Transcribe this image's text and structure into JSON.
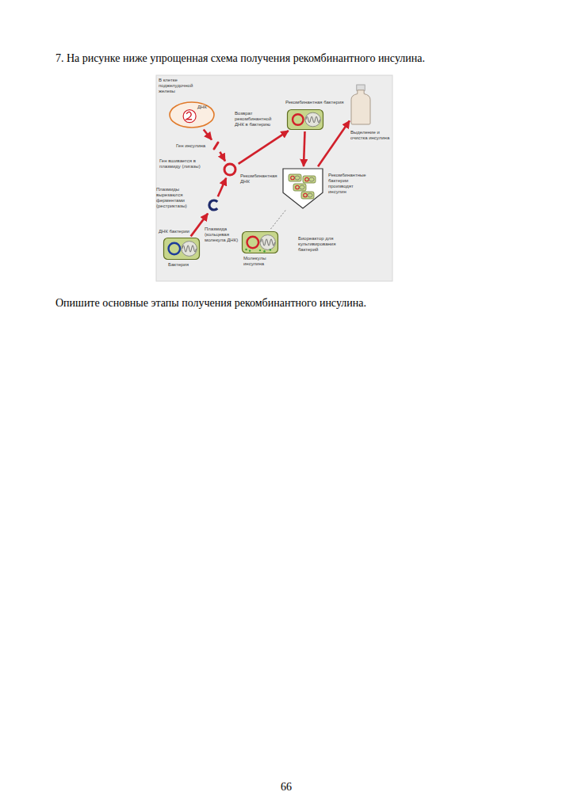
{
  "diagram": {
    "title": "7. На рисунке ниже упрощенная схема получения рекомбинантного инсулина.",
    "caption": "Опишите основные этапы получения рекомбинантного инсулина.",
    "nodes": [
      {
        "text": [
          "В клетке поджелудочной железы",
          "ДНК"
        ]
      },
      {
        "text": [
          "Ген инсулина"
        ]
      },
      {
        "text": [
          "Ген вшивается в плазмиду (лигазы)",
          "Рекомбинантная ДНК"
        ]
      },
      {
        "text": [
          "Плазмиды вырезаются ферментами (рестриктазы)"
        ]
      },
      {
        "text": [
          "ДНК бактерии",
          "Плазмида (кольцевая молекула ДНК)",
          "Бактерия"
        ]
      },
      {
        "text": [
          "Рекомбинантная бактерия"
        ]
      },
      {
        "text": [
          "Рекомбинантные бактерии производят инсулин",
          "Биореактор для культивирования бактерий"
        ]
      },
      {
        "text": [
          "Молекулы инсулина"
        ]
      },
      {
        "text": [
          "Выделение и очистка инсулина"
        ]
      }
    ],
    "edges": [
      {
        "from": 0,
        "to": 1,
        "arrow": "to"
      },
      {
        "from": 1,
        "to": 2,
        "arrow": "to"
      },
      {
        "from": 4,
        "to": 3,
        "arrow": "to"
      },
      {
        "from": 3,
        "to": 2,
        "arrow": "to"
      },
      {
        "from": 2,
        "to": 5,
        "label": "Возврат рекомбинантной ДНК в бактерию",
        "arrow": "to"
      },
      {
        "from": 5,
        "to": 6,
        "arrow": "to"
      },
      {
        "from": 6,
        "to": 8,
        "arrow": "to"
      },
      {
        "from": 6,
        "to": 7,
        "arrow": "none"
      }
    ],
    "labels": [
      "66"
    ]
  }
}
